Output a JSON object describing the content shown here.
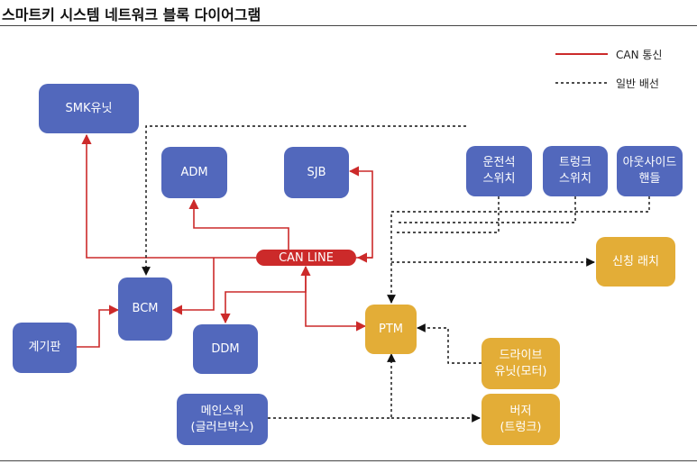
{
  "title": "스마트키 시스템 네트워크 블록 다이어그램",
  "legend": {
    "can": "CAN 통신",
    "wire": "일반 배선"
  },
  "colors": {
    "can": "#cc2a2a",
    "wire": "#111111",
    "controller": "#5268bc",
    "actuator": "#e3ad37"
  },
  "can_line": "CAN LINE",
  "nodes": {
    "smk": [
      "SMK유닛"
    ],
    "adm": [
      "ADM"
    ],
    "sjb": [
      "SJB"
    ],
    "bcm": [
      "BCM"
    ],
    "gauge": [
      "계기판"
    ],
    "ddm": [
      "DDM"
    ],
    "ptm": [
      "PTM"
    ],
    "driver_switch": [
      "운전석",
      "스위치"
    ],
    "trunk_switch": [
      "트렁크",
      "스위치"
    ],
    "outside_handle": [
      "아웃사이드",
      "핸들"
    ],
    "pinch_latch": [
      "신칭 래치"
    ],
    "drive_unit": [
      "드라이브",
      "유닛(모터)"
    ],
    "main_switch": [
      "메인스위",
      "(글러브박스)"
    ],
    "buzzer": [
      "버저",
      "(트렁크)"
    ]
  }
}
